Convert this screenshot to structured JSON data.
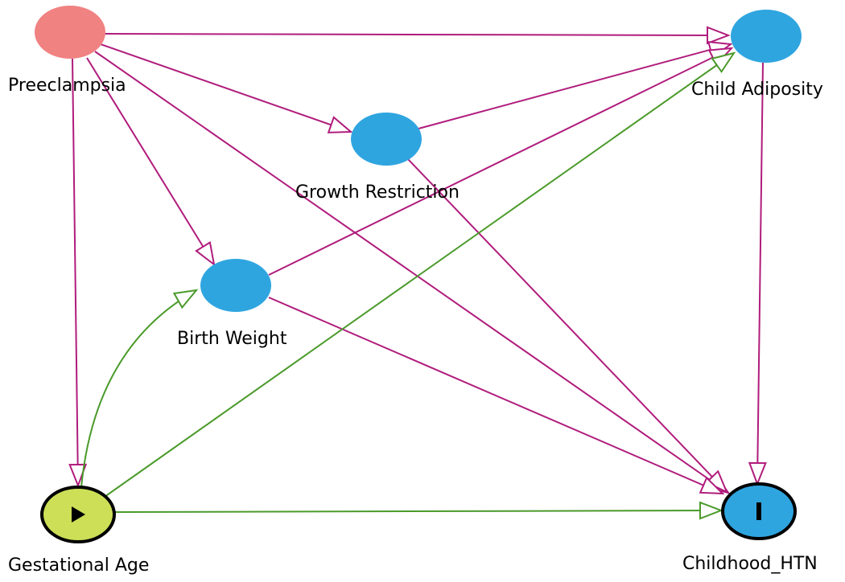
{
  "colors": {
    "causal_edge": "#b01c7c",
    "exposure_edge": "#4a9a2a",
    "adjusted_node": "#2fa5e0",
    "exposure_node": "#ccdf57",
    "ancestor_node": "#f08282",
    "outcome_node": "#2fa5e0",
    "node_outline": "#000000"
  },
  "nodes": {
    "preeclampsia": {
      "label": "Preeclampsia",
      "role": "ancestor of exposure and outcome"
    },
    "growth_restriction": {
      "label": "Growth Restriction",
      "role": "ancestor of outcome"
    },
    "birth_weight": {
      "label": "Birth Weight",
      "role": "ancestor of outcome"
    },
    "child_adiposity": {
      "label": "Child Adiposity",
      "role": "ancestor of outcome"
    },
    "gestational_age": {
      "label": "Gestational Age",
      "role": "exposure",
      "icon": "play-icon"
    },
    "childhood_htn": {
      "label": "Childhood_HTN",
      "role": "outcome",
      "icon": "bar-icon"
    }
  },
  "edges": [
    {
      "from": "preeclampsia",
      "to": "child_adiposity",
      "type": "causal"
    },
    {
      "from": "preeclampsia",
      "to": "growth_restriction",
      "type": "causal"
    },
    {
      "from": "preeclampsia",
      "to": "birth_weight",
      "type": "causal"
    },
    {
      "from": "preeclampsia",
      "to": "gestational_age",
      "type": "causal"
    },
    {
      "from": "preeclampsia",
      "to": "childhood_htn",
      "type": "causal"
    },
    {
      "from": "growth_restriction",
      "to": "child_adiposity",
      "type": "causal"
    },
    {
      "from": "growth_restriction",
      "to": "childhood_htn",
      "type": "causal"
    },
    {
      "from": "birth_weight",
      "to": "child_adiposity",
      "type": "causal"
    },
    {
      "from": "birth_weight",
      "to": "childhood_htn",
      "type": "causal"
    },
    {
      "from": "child_adiposity",
      "to": "childhood_htn",
      "type": "causal"
    },
    {
      "from": "gestational_age",
      "to": "birth_weight",
      "type": "exposure"
    },
    {
      "from": "gestational_age",
      "to": "child_adiposity",
      "type": "exposure"
    },
    {
      "from": "gestational_age",
      "to": "childhood_htn",
      "type": "exposure"
    }
  ]
}
